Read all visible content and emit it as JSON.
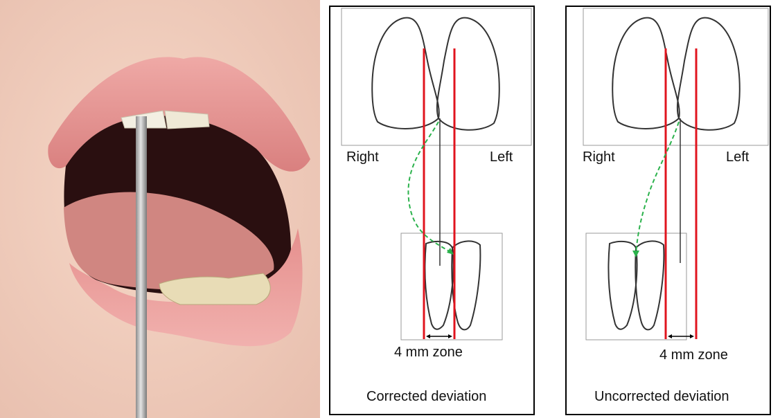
{
  "photo": {
    "icon": "open-mouth-photo"
  },
  "panels": [
    {
      "right_label": "Right",
      "left_label": "Left",
      "zone_label": "4 mm zone",
      "caption": "Corrected deviation"
    },
    {
      "right_label": "Right",
      "left_label": "Left",
      "zone_label": "4 mm zone",
      "caption": "Uncorrected deviation"
    }
  ],
  "colors": {
    "reference_line": "#e0141e",
    "deviation_arrow": "#2bb24c",
    "tooth_outline": "#333333",
    "frame": "#000000"
  }
}
